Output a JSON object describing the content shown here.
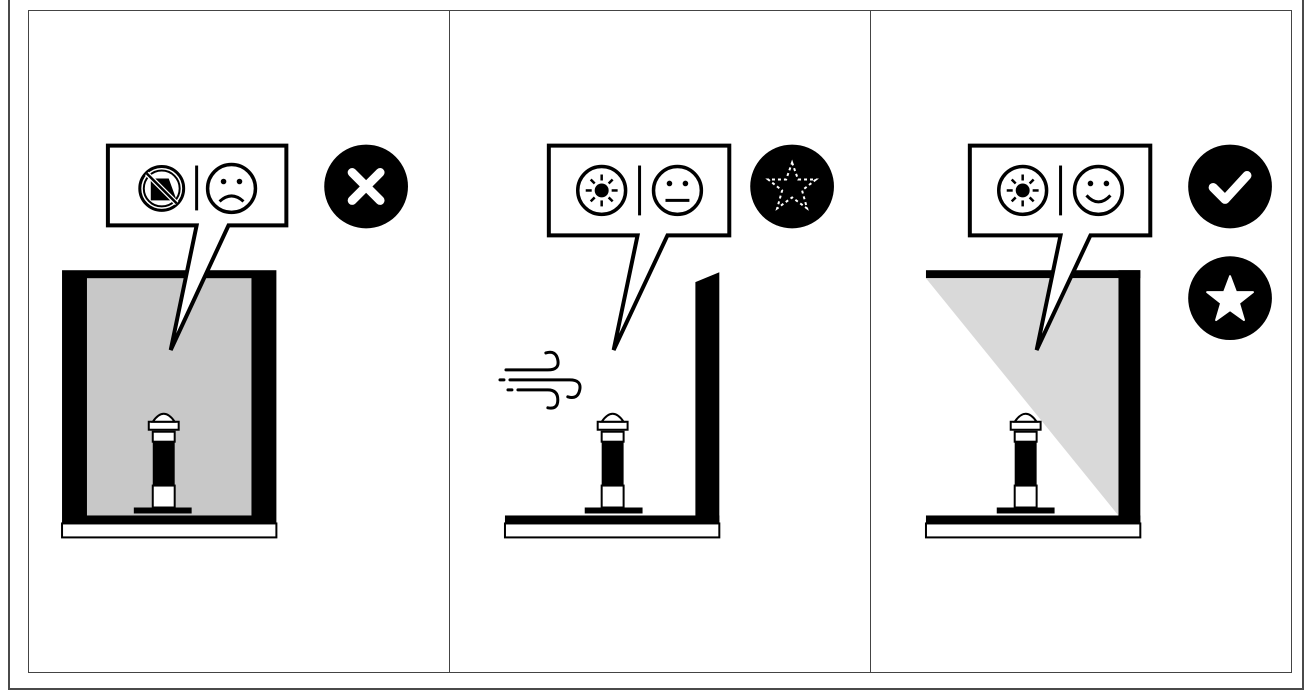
{
  "panels": [
    {
      "id": "panel-enclosed",
      "enclosure": "fully-enclosed",
      "indicators": [
        "no-sun-icon",
        "sad-face-icon"
      ],
      "verdict": "cross",
      "rating_icons": [
        "x-icon"
      ]
    },
    {
      "id": "panel-open",
      "enclosure": "one-wall-open",
      "indicators": [
        "sun-icon",
        "neutral-face-icon"
      ],
      "verdict": "neutral",
      "rating_icons": [
        "dashed-star-icon"
      ],
      "extra": [
        "wind-icon"
      ]
    },
    {
      "id": "panel-partial",
      "enclosure": "partial-roof",
      "indicators": [
        "sun-icon",
        "happy-face-icon"
      ],
      "verdict": "check",
      "rating_icons": [
        "check-icon",
        "star-icon"
      ]
    }
  ],
  "colors": {
    "ink": "#000000",
    "shade": "#c8c8c8",
    "light_shade": "#d9d9d9",
    "background": "#ffffff"
  }
}
